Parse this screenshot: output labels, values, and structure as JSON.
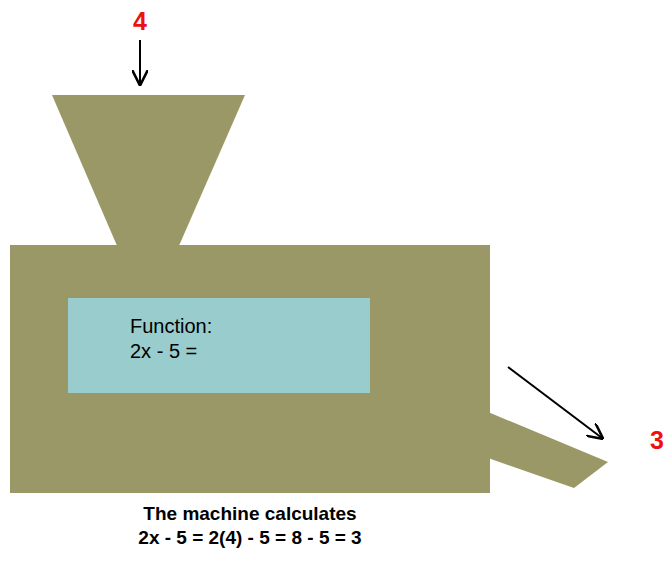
{
  "diagram": {
    "nodes": [
      {
        "text": [
          "Function:",
          "2x - 5 ="
        ]
      }
    ],
    "labels": [
      "4",
      "3",
      "The machine calculates",
      "2x - 5 = 2(4) - 5 = 8 - 5 = 3"
    ]
  }
}
